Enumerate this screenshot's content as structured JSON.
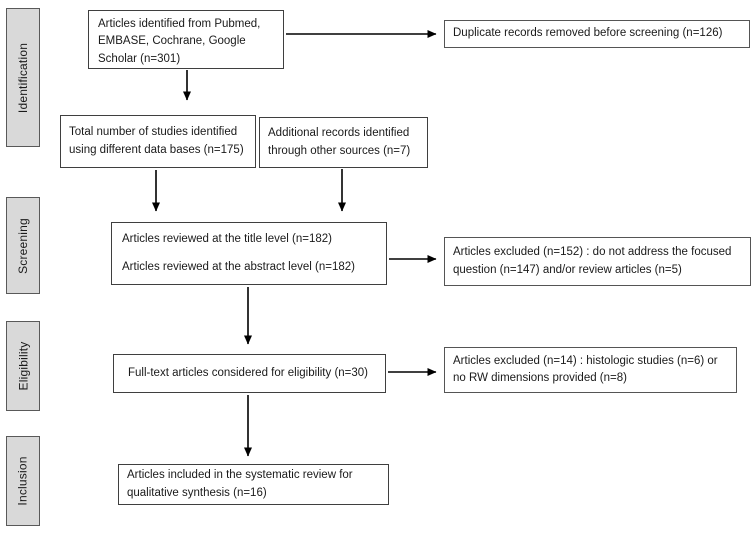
{
  "diagram": {
    "type": "prisma-flowchart",
    "stages": {
      "identification": "Identification",
      "screening": "Screening",
      "eligibility": "Eligibility",
      "inclusion": "Inclusion"
    },
    "boxes": {
      "identified": "Articles identified from Pubmed, EMBASE, Cochrane, Google Scholar (n=301)",
      "duplicates": "Duplicate records removed before screening (n=126)",
      "databases": "Total number of studies identified using different data bases (n=175)",
      "additional": "Additional records identified through other sources (n=7)",
      "reviewed_title": "Articles reviewed at the title level (n=182)",
      "reviewed_abstract": "Articles reviewed at the abstract level (n=182)",
      "excluded_screening": "Articles excluded (n=152) : do not address the focused question (n=147) and/or review articles (n=5)",
      "fulltext": "Full-text articles considered for eligibility (n=30)",
      "excluded_eligibility": "Articles excluded (n=14) : histologic studies (n=6) or no RW dimensions provided (n=8)",
      "included": "Articles included in the systematic review for qualitative synthesis (n=16)"
    },
    "counts": {
      "records_identified": 301,
      "duplicates_removed": 126,
      "database_records": 175,
      "other_sources": 7,
      "title_reviewed": 182,
      "abstract_reviewed": 182,
      "excluded_screening_total": 152,
      "excluded_not_focused": 147,
      "excluded_review_articles": 5,
      "fulltext_assessed": 30,
      "excluded_eligibility_total": 14,
      "excluded_histologic": 6,
      "excluded_no_rw_dimensions": 8,
      "included_qualitative": 16
    },
    "colors": {
      "background": "#ffffff",
      "stage_fill": "#d9d9d9",
      "stage_border": "#595959",
      "box_border": "#3f3f3f",
      "arrow": "#000000",
      "text": "#1a1a1a"
    }
  }
}
